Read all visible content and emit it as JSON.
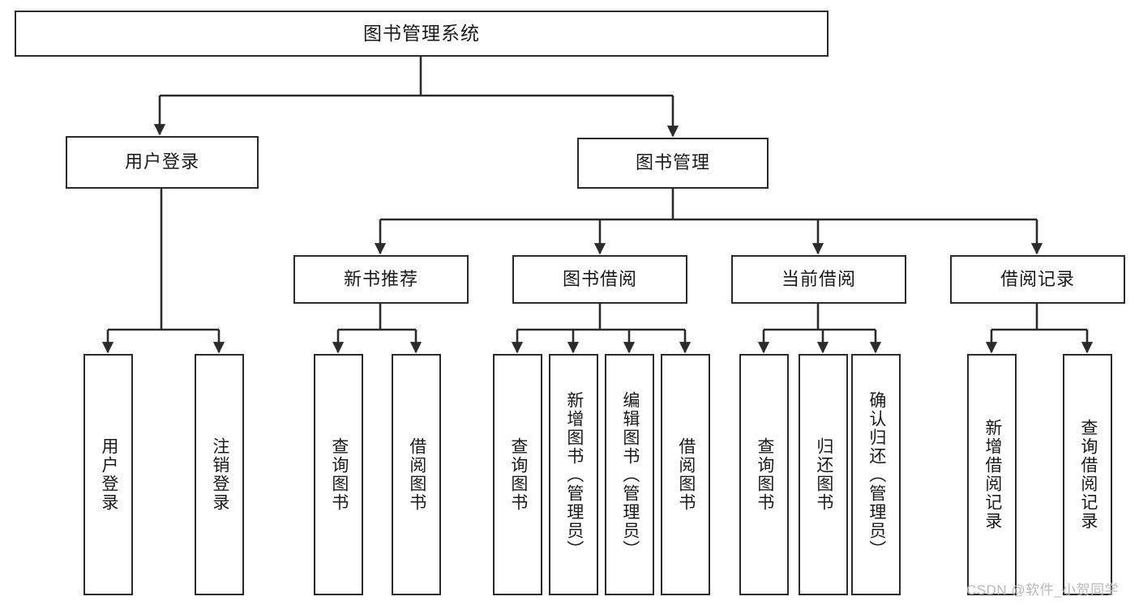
{
  "diagram": {
    "title": "图书管理系统",
    "type": "tree",
    "stroke_color": "#2b2b2b",
    "fill_color": "#ffffff",
    "text_color": "#1a1a1a",
    "levels": [
      {
        "level": 1,
        "nodes": [
          {
            "id": "root",
            "label": "图书管理系统"
          }
        ]
      },
      {
        "level": 2,
        "nodes": [
          {
            "id": "login",
            "label": "用户登录",
            "parent": "root"
          },
          {
            "id": "bookmgmt",
            "label": "图书管理",
            "parent": "root"
          }
        ]
      },
      {
        "level": 3,
        "nodes": [
          {
            "id": "newbook",
            "label": "新书推荐",
            "parent": "bookmgmt"
          },
          {
            "id": "borrow",
            "label": "图书借阅",
            "parent": "bookmgmt"
          },
          {
            "id": "current",
            "label": "当前借阅",
            "parent": "bookmgmt"
          },
          {
            "id": "record",
            "label": "借阅记录",
            "parent": "bookmgmt"
          }
        ]
      },
      {
        "level": 4,
        "nodes": [
          {
            "id": "leaf1",
            "label": "用户登录",
            "parent": "login"
          },
          {
            "id": "leaf2",
            "label": "注销登录",
            "parent": "login"
          },
          {
            "id": "leaf3",
            "label": "查询图书",
            "parent": "newbook"
          },
          {
            "id": "leaf4",
            "label": "借阅图书",
            "parent": "newbook"
          },
          {
            "id": "leaf5",
            "label": "查询图书",
            "parent": "borrow"
          },
          {
            "id": "leaf6",
            "label": "新增图书（管理员）",
            "parent": "borrow"
          },
          {
            "id": "leaf7",
            "label": "编辑图书（管理员）",
            "parent": "borrow"
          },
          {
            "id": "leaf8",
            "label": "借阅图书",
            "parent": "borrow"
          },
          {
            "id": "leaf9",
            "label": "查询图书",
            "parent": "current"
          },
          {
            "id": "leaf10",
            "label": "归还图书",
            "parent": "current"
          },
          {
            "id": "leaf11",
            "label": "确认归还（管理员）",
            "parent": "current"
          },
          {
            "id": "leaf12",
            "label": "新增借阅记录",
            "parent": "record"
          },
          {
            "id": "leaf13",
            "label": "查询借阅记录",
            "parent": "record"
          }
        ]
      }
    ]
  },
  "watermark": {
    "text": "CSDN @软件_小贺同学"
  }
}
